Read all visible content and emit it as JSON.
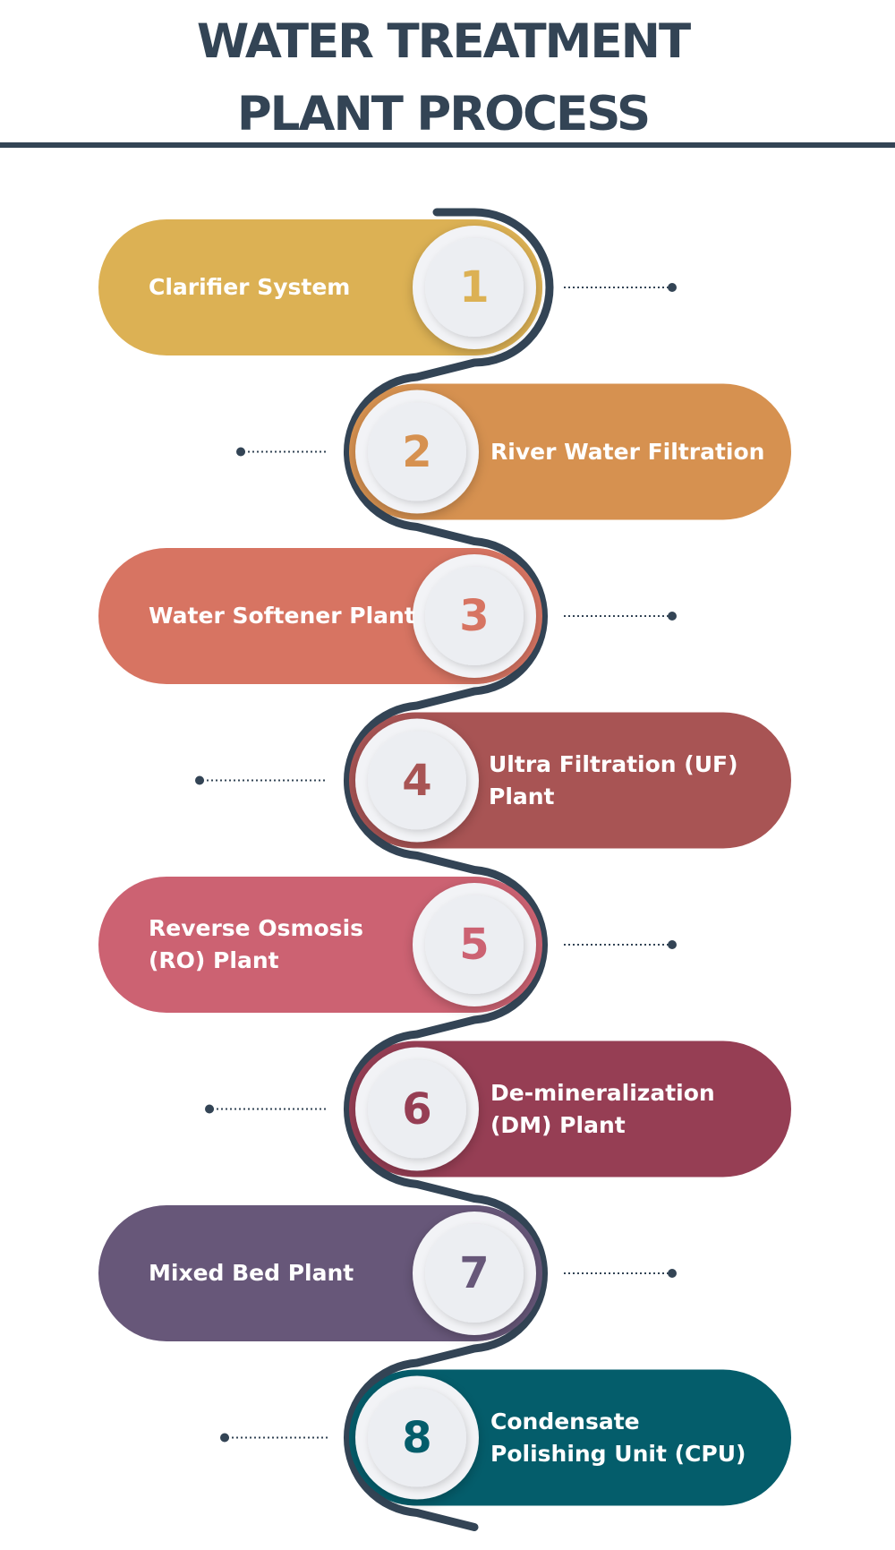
{
  "title": {
    "line1": "WATER TREATMENT",
    "line2": "PLANT PROCESS"
  },
  "colors": {
    "heading": "#334455",
    "path": "#334455",
    "circle": "#eef0f4"
  },
  "steps": [
    {
      "number": "1",
      "label": "Clarifier System",
      "color": "#dcb154",
      "side": "left"
    },
    {
      "number": "2",
      "label": "River Water Filtration",
      "color": "#d69150",
      "side": "right"
    },
    {
      "number": "3",
      "label": "Water Softener Plant",
      "color": "#d77462",
      "side": "left"
    },
    {
      "number": "4",
      "label": "Ultra Filtration (UF)\nPlant",
      "color": "#a85454",
      "side": "right"
    },
    {
      "number": "5",
      "label": "Reverse Osmosis\n(RO) Plant",
      "color": "#cc6272",
      "side": "left"
    },
    {
      "number": "6",
      "label": "De-mineralization\n(DM) Plant",
      "color": "#963e54",
      "side": "right"
    },
    {
      "number": "7",
      "label": "Mixed Bed Plant",
      "color": "#675779",
      "side": "left"
    },
    {
      "number": "8",
      "label": "Condensate\nPolishing Unit (CPU)",
      "color": "#045d6b",
      "side": "right"
    }
  ]
}
